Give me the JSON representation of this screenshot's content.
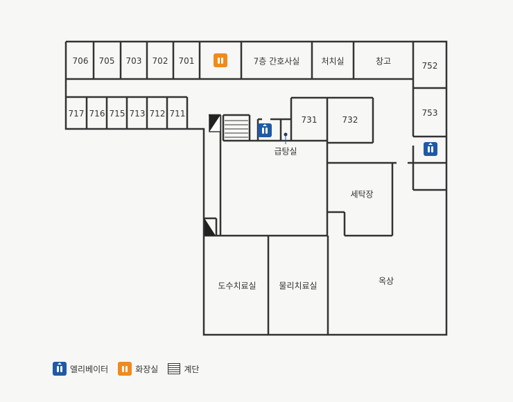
{
  "rooms": {
    "r706": "706",
    "r705": "705",
    "r703": "703",
    "r702": "702",
    "r701": "701",
    "nurse": "7층 간호사실",
    "treat": "처치실",
    "storage": "창고",
    "r752": "752",
    "r717": "717",
    "r716": "716",
    "r715": "715",
    "r713": "713",
    "r712": "712",
    "r711": "711",
    "r731": "731",
    "r732": "732",
    "r753": "753",
    "pantry": "급탕실",
    "laundry": "세탁장",
    "manual": "도수치료실",
    "physio": "물리치료실",
    "rooftop": "옥상"
  },
  "legend": {
    "elevator": "엘리베이터",
    "toilet": "화장실",
    "stairs": "계단"
  },
  "colors": {
    "elevator": "#1e5aa6",
    "toilet": "#f08a1c",
    "wall": "#333333",
    "background": "#f7f7f5"
  }
}
